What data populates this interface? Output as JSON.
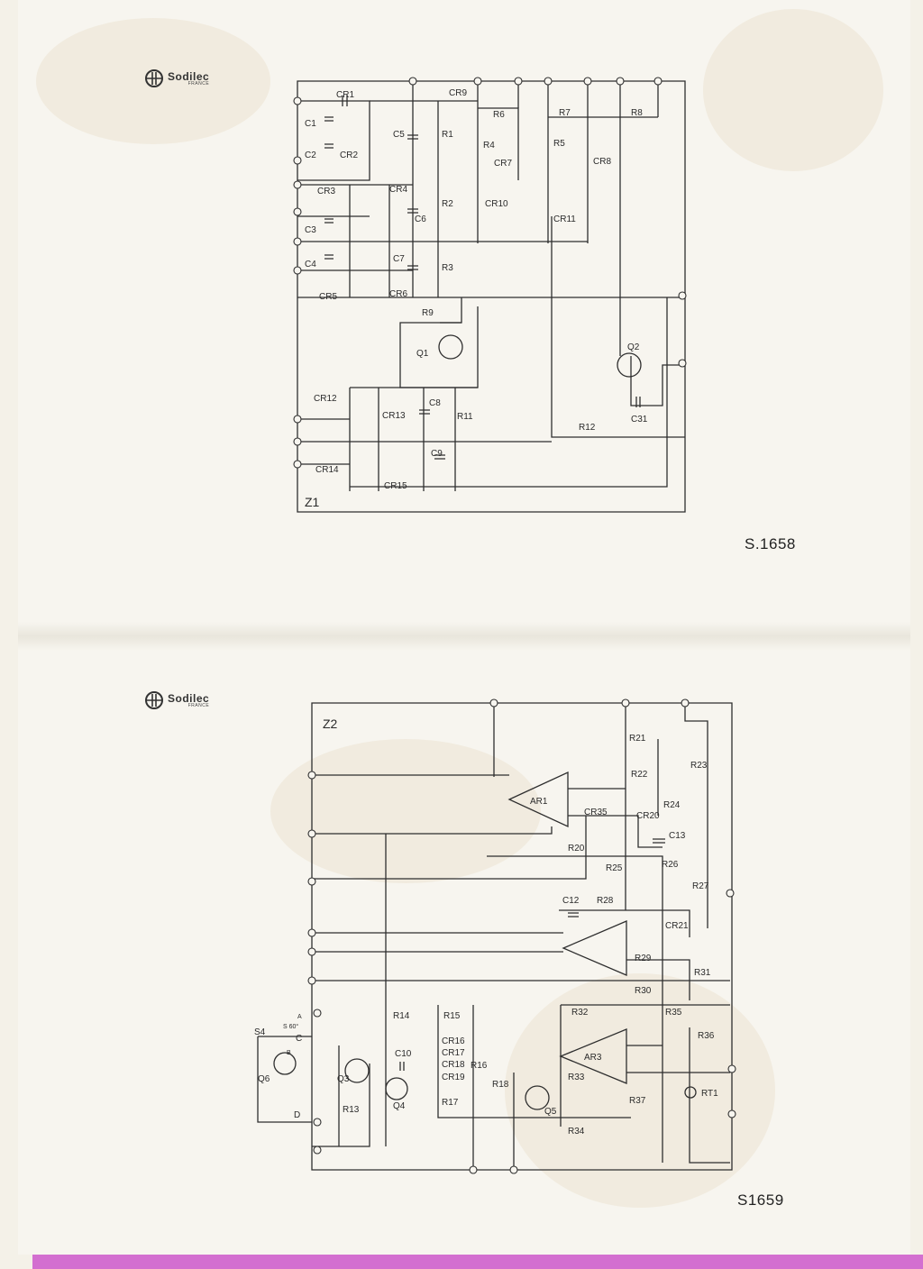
{
  "brand": {
    "name": "Sodilec",
    "country": "FRANCE"
  },
  "schematic_z1": {
    "board_label": "Z1",
    "reference": "S.1658",
    "components": [
      "CR1",
      "C1",
      "C2",
      "CR2",
      "CR3",
      "C3",
      "C4",
      "CR5",
      "CR4",
      "C5",
      "C6",
      "C7",
      "CR6",
      "R1",
      "R2",
      "R3",
      "CR9",
      "R6",
      "R4",
      "CR7",
      "CR10",
      "R7",
      "R5",
      "CR8",
      "CR11",
      "R8",
      "R9",
      "Q1",
      "Q2",
      "C31",
      "R12",
      "CR12",
      "CR13",
      "C8",
      "R11",
      "C9",
      "CR14",
      "CR15"
    ]
  },
  "schematic_z2": {
    "board_label": "Z2",
    "reference": "S1659",
    "components": [
      "AR1",
      "CR35",
      "CR20",
      "R20",
      "R21",
      "R22",
      "R23",
      "R24",
      "C13",
      "R25",
      "R26",
      "R27",
      "C12",
      "R28",
      "CR21",
      "R29",
      "R30",
      "R31",
      "R32",
      "AR3",
      "R33",
      "R34",
      "R35",
      "R36",
      "R37",
      "RT1",
      "R14",
      "R15",
      "CR16",
      "CR17",
      "CR18",
      "CR19",
      "R16",
      "R17",
      "R18",
      "C10",
      "Q4",
      "Q5",
      "Q6",
      "Q3",
      "R13",
      "S4"
    ],
    "annotations": {
      "switch_note": "S 60°",
      "pin_a": "A",
      "pin_b": "B",
      "pin_c": "C",
      "pin_d": "D"
    }
  }
}
